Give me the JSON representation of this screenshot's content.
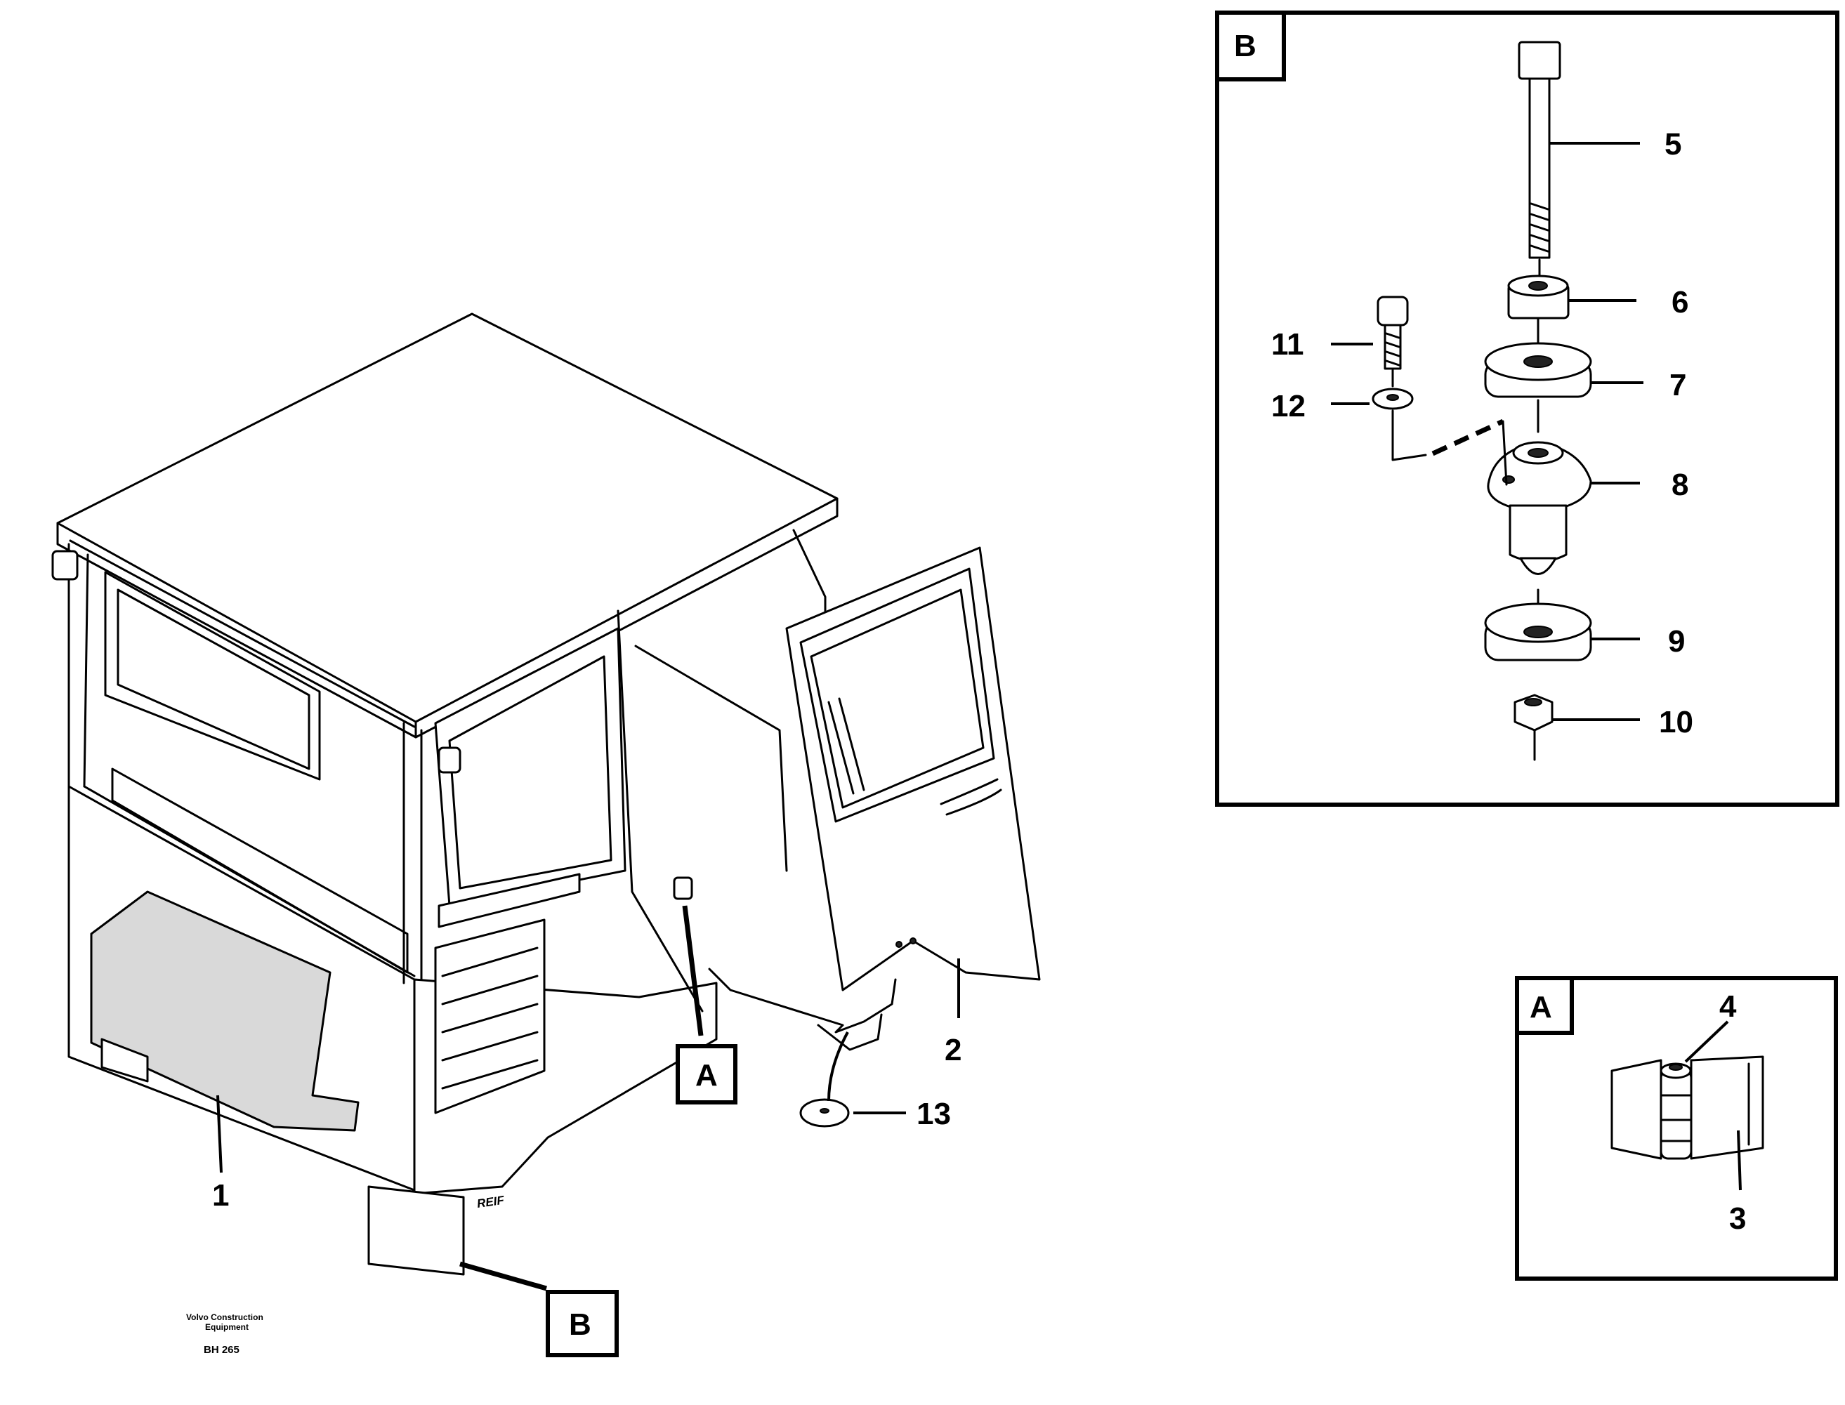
{
  "callouts": {
    "c1": "1",
    "c2": "2",
    "c3": "3",
    "c4": "4",
    "c5": "5",
    "c6": "6",
    "c7": "7",
    "c8": "8",
    "c9": "9",
    "c10": "10",
    "c11": "11",
    "c12": "12",
    "c13": "13"
  },
  "detail_refs": {
    "a_on_cab": "A",
    "b_on_cab": "B",
    "b_panel_tag": "B",
    "a_panel_tag": "A"
  },
  "cab_stamp": "REIF",
  "footer": {
    "line1": "Volvo Construction",
    "line2": "Equipment",
    "code": "BH 265"
  }
}
